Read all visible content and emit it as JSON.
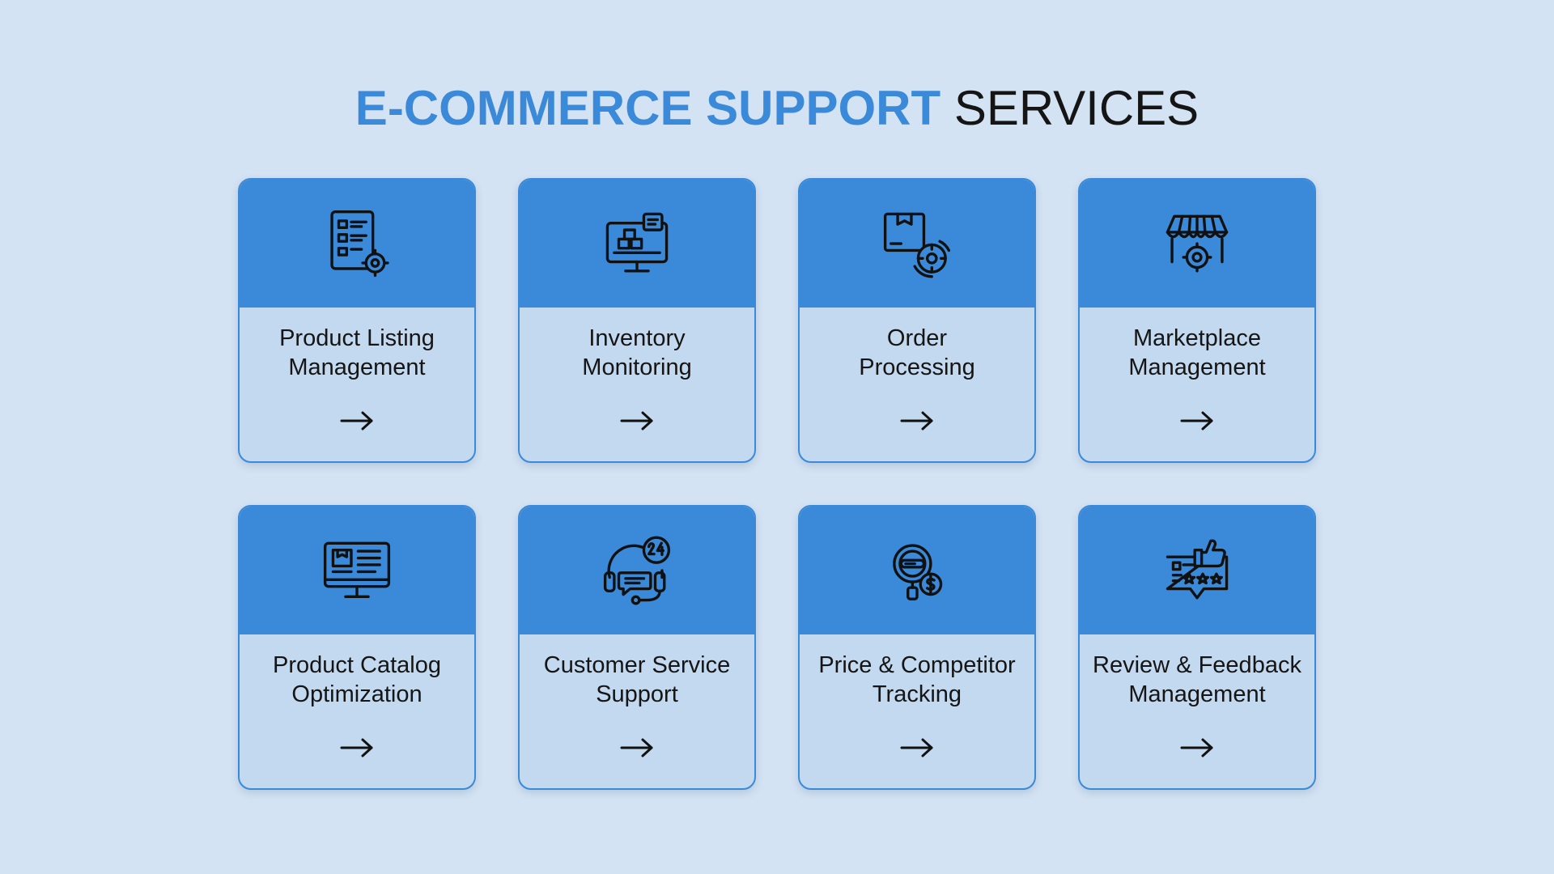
{
  "header": {
    "title_accent": "E-COMMERCE SUPPORT",
    "title_rest": "SERVICES"
  },
  "colors": {
    "background": "#d4e3f3",
    "accent": "#3a8ad9",
    "card_body": "#c3d9ef",
    "text": "#151515"
  },
  "cards": [
    {
      "label": "Product Listing\nManagement",
      "icon": "listing-gear-icon"
    },
    {
      "label": "Inventory\nMonitoring",
      "icon": "monitor-inventory-icon"
    },
    {
      "label": "Order\nProcessing",
      "icon": "box-gear-icon"
    },
    {
      "label": "Marketplace\nManagement",
      "icon": "storefront-gear-icon"
    },
    {
      "label": "Product Catalog\nOptimization",
      "icon": "monitor-catalog-icon"
    },
    {
      "label": "Customer Service\nSupport",
      "icon": "headset-24-icon"
    },
    {
      "label": "Price & Competitor\nTracking",
      "icon": "magnifier-dollar-icon"
    },
    {
      "label": "Review & Feedback\nManagement",
      "icon": "thumbs-up-rating-icon"
    }
  ]
}
